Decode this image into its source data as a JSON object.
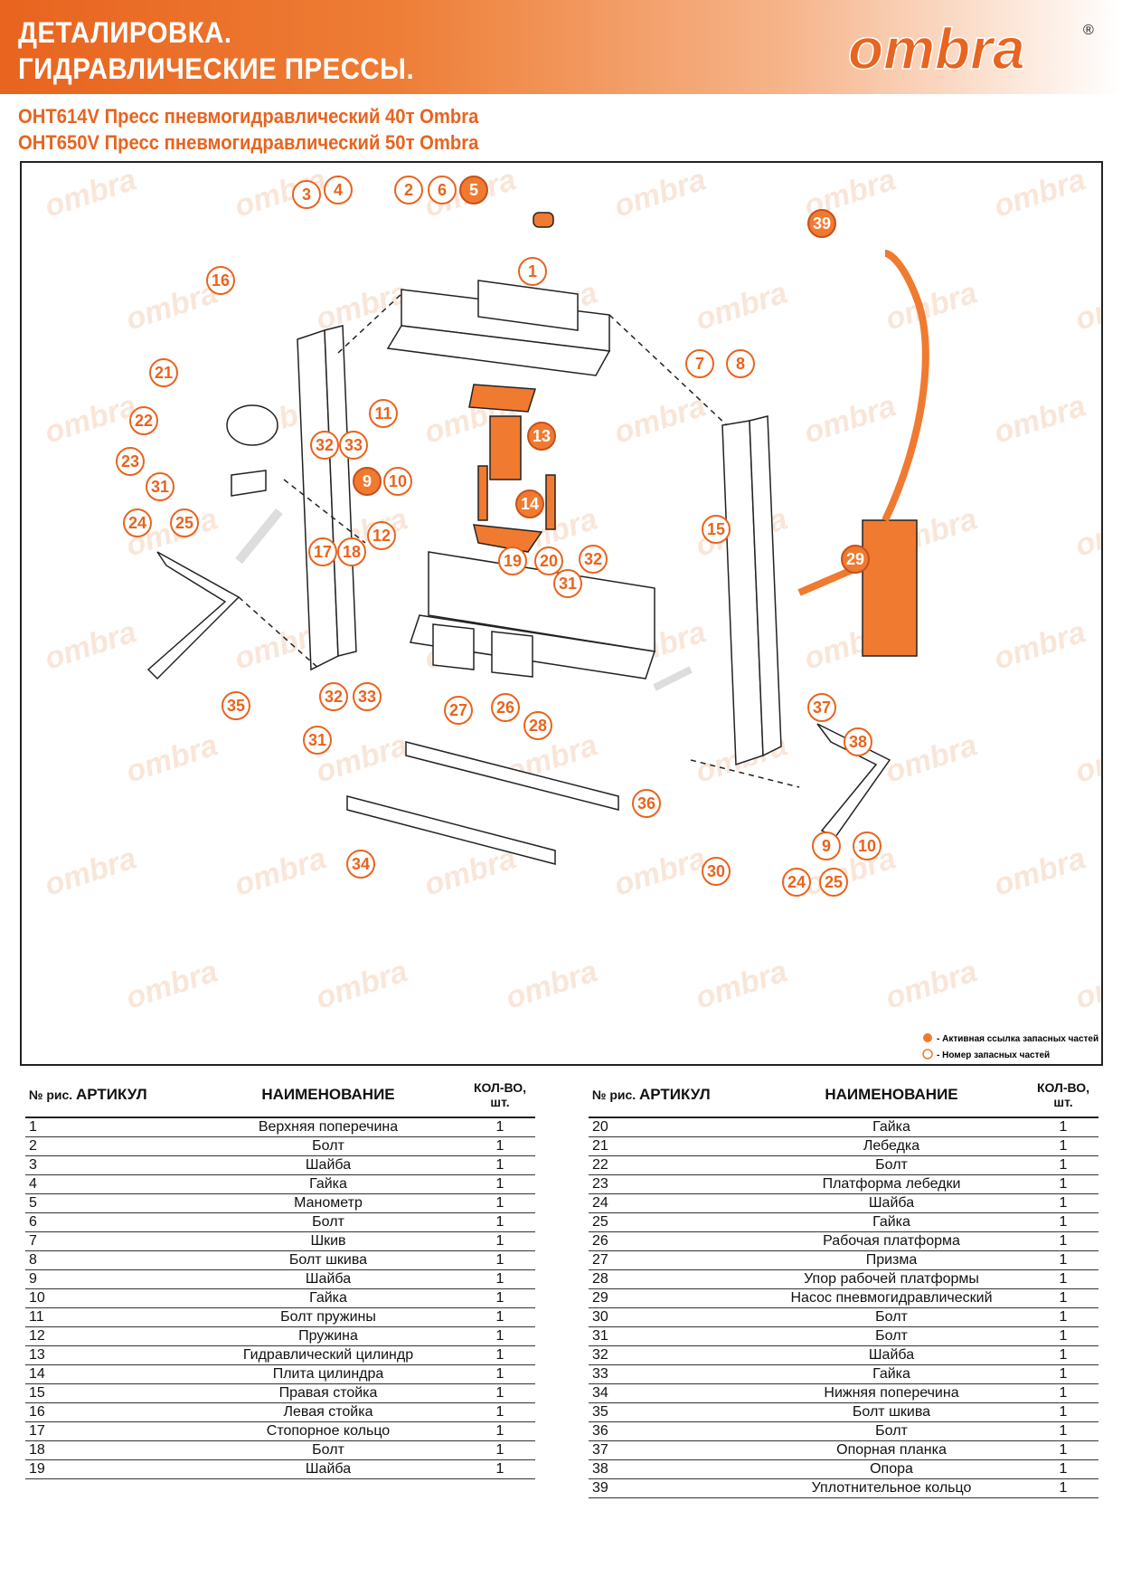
{
  "header": {
    "title_line1": "ДЕТАЛИРОВКА.",
    "title_line2": "ГИДРАВЛИЧЕСКИЕ ПРЕССЫ.",
    "subtitle1": "OHT614V Пресс пневмогидравлический 40т Ombra",
    "subtitle2": "OHT650V Пресс пневмогидравлический 50т Ombra",
    "logo_text": "ombra",
    "registered_mark": "®"
  },
  "colors": {
    "accent": "#e8641f",
    "line": "#222222",
    "part_fill": "#f07a30"
  },
  "watermark_text": "ombra",
  "legend": {
    "active": "- Активная ссылка запасных частей",
    "number": "- Номер запасных частей"
  },
  "callouts": [
    {
      "label": "3",
      "active": false
    },
    {
      "label": "4",
      "active": false
    },
    {
      "label": "2",
      "active": false
    },
    {
      "label": "6",
      "active": false
    },
    {
      "label": "5",
      "active": true
    },
    {
      "label": "39",
      "active": true
    },
    {
      "label": "16",
      "active": false
    },
    {
      "label": "1",
      "active": false
    },
    {
      "label": "21",
      "active": false
    },
    {
      "label": "7",
      "active": false
    },
    {
      "label": "8",
      "active": false
    },
    {
      "label": "11",
      "active": false
    },
    {
      "label": "13",
      "active": true
    },
    {
      "label": "22",
      "active": false
    },
    {
      "label": "32",
      "active": false
    },
    {
      "label": "33",
      "active": false
    },
    {
      "label": "23",
      "active": false
    },
    {
      "label": "9",
      "active": true
    },
    {
      "label": "10",
      "active": false
    },
    {
      "label": "31",
      "active": false
    },
    {
      "label": "15",
      "active": false
    },
    {
      "label": "14",
      "active": true
    },
    {
      "label": "24",
      "active": false
    },
    {
      "label": "25",
      "active": false
    },
    {
      "label": "12",
      "active": false
    },
    {
      "label": "17",
      "active": false
    },
    {
      "label": "18",
      "active": false
    },
    {
      "label": "19",
      "active": false
    },
    {
      "label": "20",
      "active": false
    },
    {
      "label": "32",
      "active": false
    },
    {
      "label": "29",
      "active": true
    },
    {
      "label": "31",
      "active": false
    },
    {
      "label": "35",
      "active": false
    },
    {
      "label": "32",
      "active": false
    },
    {
      "label": "33",
      "active": false
    },
    {
      "label": "27",
      "active": false
    },
    {
      "label": "26",
      "active": false
    },
    {
      "label": "28",
      "active": false
    },
    {
      "label": "37",
      "active": false
    },
    {
      "label": "31",
      "active": false
    },
    {
      "label": "38",
      "active": false
    },
    {
      "label": "36",
      "active": false
    },
    {
      "label": "9",
      "active": false
    },
    {
      "label": "10",
      "active": false
    },
    {
      "label": "34",
      "active": false
    },
    {
      "label": "30",
      "active": false
    },
    {
      "label": "24",
      "active": false
    },
    {
      "label": "25",
      "active": false
    }
  ],
  "table_headers": {
    "num": "№ рис.",
    "article": "АРТИКУЛ",
    "name": "НАИМЕНОВАНИЕ",
    "qty": "КОЛ-ВО, шт."
  },
  "parts_left": [
    {
      "num": "1",
      "article": "",
      "name": "Верхняя поперечина",
      "qty": "1"
    },
    {
      "num": "2",
      "article": "",
      "name": "Болт",
      "qty": "1"
    },
    {
      "num": "3",
      "article": "",
      "name": "Шайба",
      "qty": "1"
    },
    {
      "num": "4",
      "article": "",
      "name": "Гайка",
      "qty": "1"
    },
    {
      "num": "5",
      "article": "",
      "name": "Манометр",
      "qty": "1"
    },
    {
      "num": "6",
      "article": "",
      "name": "Болт",
      "qty": "1"
    },
    {
      "num": "7",
      "article": "",
      "name": "Шкив",
      "qty": "1"
    },
    {
      "num": "8",
      "article": "",
      "name": "Болт шкива",
      "qty": "1"
    },
    {
      "num": "9",
      "article": "",
      "name": "Шайба",
      "qty": "1"
    },
    {
      "num": "10",
      "article": "",
      "name": "Гайка",
      "qty": "1"
    },
    {
      "num": "11",
      "article": "",
      "name": "Болт пружины",
      "qty": "1"
    },
    {
      "num": "12",
      "article": "",
      "name": "Пружина",
      "qty": "1"
    },
    {
      "num": "13",
      "article": "",
      "name": "Гидравлический цилиндр",
      "qty": "1"
    },
    {
      "num": "14",
      "article": "",
      "name": "Плита цилиндра",
      "qty": "1"
    },
    {
      "num": "15",
      "article": "",
      "name": "Правая стойка",
      "qty": "1"
    },
    {
      "num": "16",
      "article": "",
      "name": "Левая стойка",
      "qty": "1"
    },
    {
      "num": "17",
      "article": "",
      "name": "Стопорное кольцо",
      "qty": "1"
    },
    {
      "num": "18",
      "article": "",
      "name": "Болт",
      "qty": "1"
    },
    {
      "num": "19",
      "article": "",
      "name": "Шайба",
      "qty": "1"
    }
  ],
  "parts_right": [
    {
      "num": "20",
      "article": "",
      "name": "Гайка",
      "qty": "1"
    },
    {
      "num": "21",
      "article": "",
      "name": "Лебедка",
      "qty": "1"
    },
    {
      "num": "22",
      "article": "",
      "name": "Болт",
      "qty": "1"
    },
    {
      "num": "23",
      "article": "",
      "name": "Платформа лебедки",
      "qty": "1"
    },
    {
      "num": "24",
      "article": "",
      "name": "Шайба",
      "qty": "1"
    },
    {
      "num": "25",
      "article": "",
      "name": "Гайка",
      "qty": "1"
    },
    {
      "num": "26",
      "article": "",
      "name": "Рабочая платформа",
      "qty": "1"
    },
    {
      "num": "27",
      "article": "",
      "name": "Призма",
      "qty": "1"
    },
    {
      "num": "28",
      "article": "",
      "name": "Упор рабочей платформы",
      "qty": "1"
    },
    {
      "num": "29",
      "article": "",
      "name": "Насос пневмогидравлический",
      "qty": "1"
    },
    {
      "num": "30",
      "article": "",
      "name": "Болт",
      "qty": "1"
    },
    {
      "num": "31",
      "article": "",
      "name": "Болт",
      "qty": "1"
    },
    {
      "num": "32",
      "article": "",
      "name": "Шайба",
      "qty": "1"
    },
    {
      "num": "33",
      "article": "",
      "name": "Гайка",
      "qty": "1"
    },
    {
      "num": "34",
      "article": "",
      "name": "Нижняя поперечина",
      "qty": "1"
    },
    {
      "num": "35",
      "article": "",
      "name": "Болт шкива",
      "qty": "1"
    },
    {
      "num": "36",
      "article": "",
      "name": "Болт",
      "qty": "1"
    },
    {
      "num": "37",
      "article": "",
      "name": "Опорная планка",
      "qty": "1"
    },
    {
      "num": "38",
      "article": "",
      "name": "Опора",
      "qty": "1"
    },
    {
      "num": "39",
      "article": "",
      "name": "Уплотнительное кольцо",
      "qty": "1"
    }
  ]
}
